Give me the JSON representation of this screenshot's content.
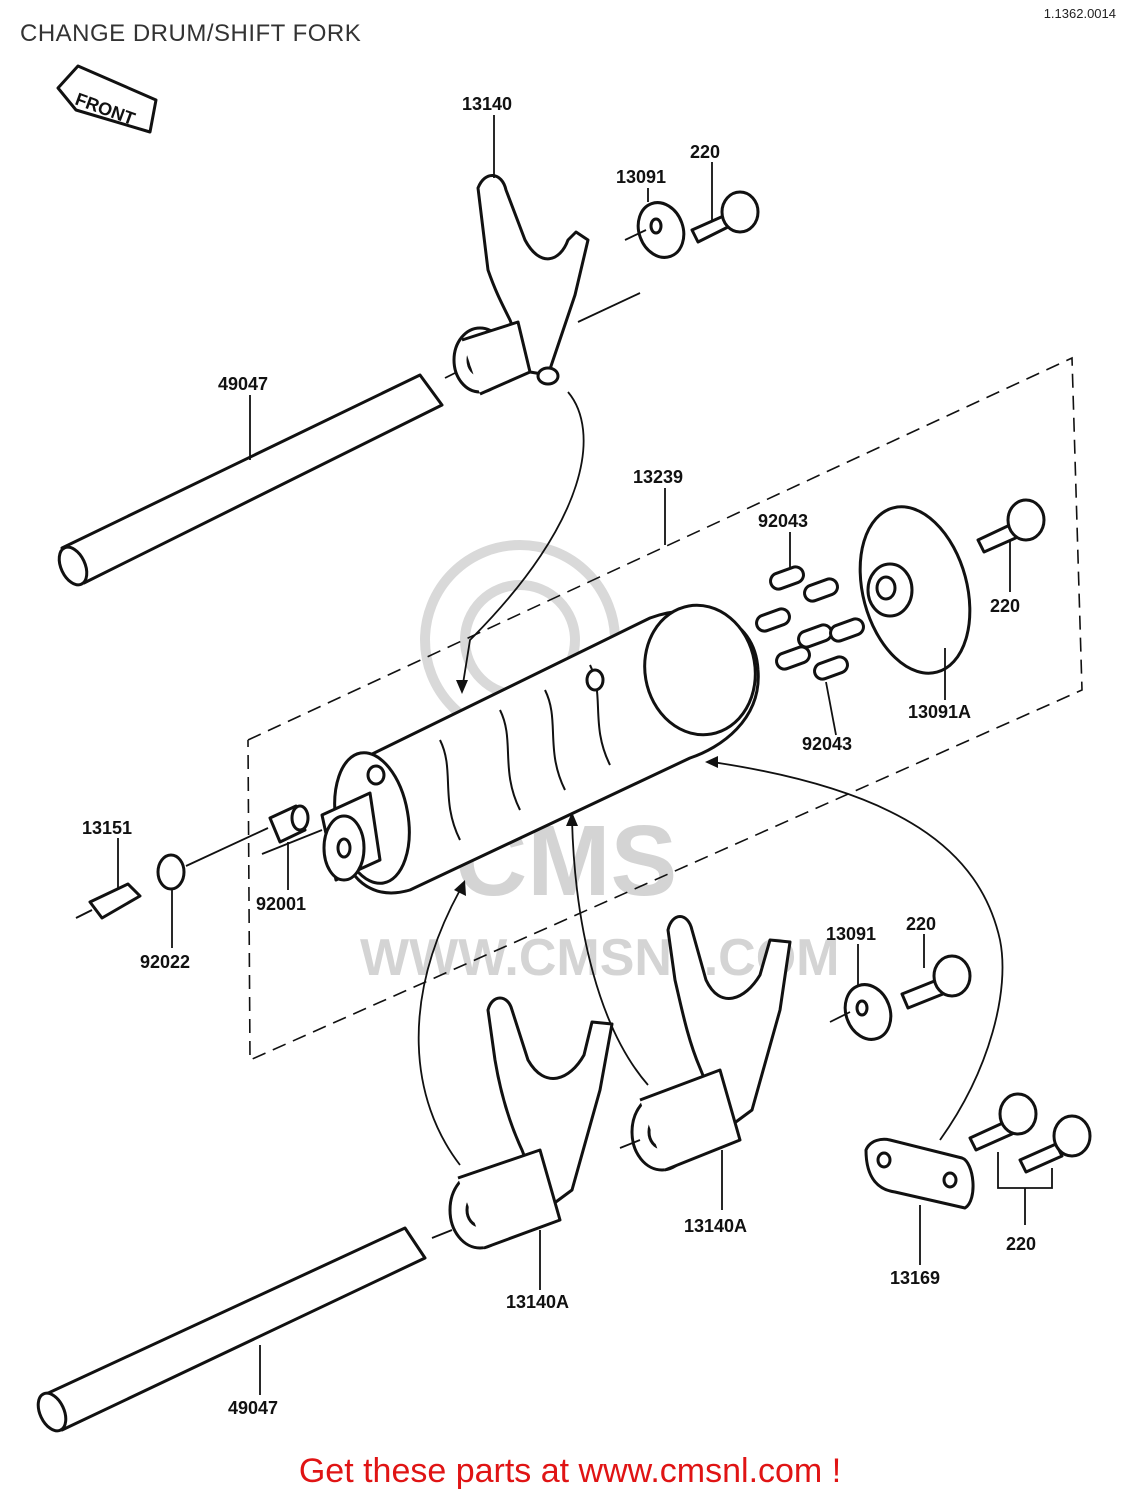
{
  "header": {
    "title": "CHANGE DRUM/SHIFT FORK",
    "diagram_code": "1.1362.0014"
  },
  "front_label": "FRONT",
  "watermark": {
    "brand": "CMS",
    "url": "WWW.CMSNL.COM"
  },
  "callouts": {
    "fork_upper": "13140",
    "washer_upper": "13091",
    "bolt_upper": "220",
    "shaft_upper": "49047",
    "drum": "13239",
    "pins_top": "92043",
    "pins_bottom": "92043",
    "bolt_cover": "220",
    "cover_plate": "13091A",
    "switch": "13151",
    "washer_switch": "92022",
    "plug": "92001",
    "washer_lower": "13091",
    "bolt_lower": "220",
    "fork_lower_left": "13140A",
    "fork_lower_right": "13140A",
    "holder": "13169",
    "bolts_holder": "220",
    "shaft_lower": "49047"
  },
  "footer": {
    "link_text": "Get these parts at www.cmsnl.com !"
  },
  "colors": {
    "footer_red": "#e01414",
    "line": "#111111",
    "watermark": "#d4d4d4"
  }
}
